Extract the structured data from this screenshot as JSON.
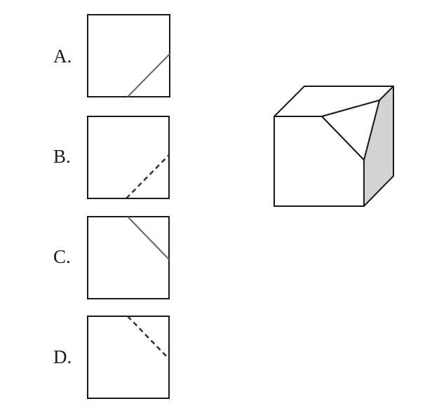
{
  "options": [
    {
      "label": "A."
    },
    {
      "label": "B."
    },
    {
      "label": "C."
    },
    {
      "label": "D."
    }
  ],
  "colors": {
    "stroke": "#1a1a1a",
    "cut_line": "#666666",
    "shaded_face": "#d3d3d3"
  }
}
